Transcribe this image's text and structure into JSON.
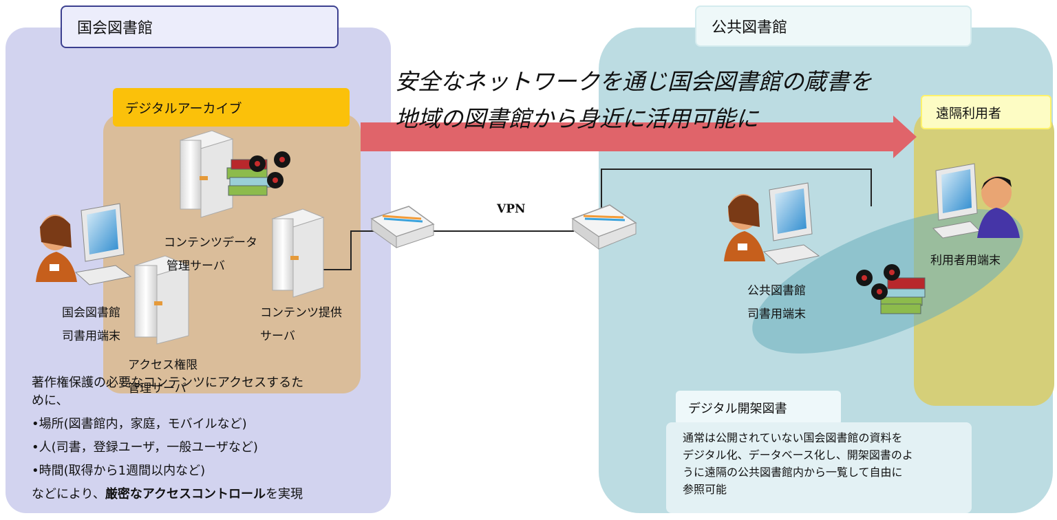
{
  "left_panel": {
    "title": "国会図書館"
  },
  "right_panel": {
    "title": "公共図書館"
  },
  "headline": {
    "line1": "安全なネットワークを通じ国会図書館の蔵書を",
    "line2": "地域の図書館から身近に活用可能に"
  },
  "archive": {
    "label": "デジタルアーカイブ",
    "content_data_server": [
      "コンテンツデータ",
      "管理サーバ"
    ],
    "content_provide_server": [
      "コンテンツ提供",
      "サーバ"
    ],
    "access_server": [
      "アクセス権限",
      "管理サーバ"
    ]
  },
  "ndl_terminal": [
    "国会図書館",
    "司書用端末"
  ],
  "vpn_label": "VPN",
  "public_terminal": [
    "公共図書館",
    "司書用端末"
  ],
  "remote": {
    "label": "遠隔利用者",
    "terminal": "利用者用端末"
  },
  "access_control": {
    "line1": "著作権保護の必要なコンテンツにアクセスするた",
    "line2": "めに、",
    "bullets": [
      "•場所(図書館内，家庭，モバイルなど)",
      "•人(司書，登録ユーザ，一般ユーザなど)",
      "•時間(取得から1週間以内など)"
    ],
    "last_prefix": "などにより、",
    "last_bold": "厳密なアクセスコントロール",
    "last_suffix": "を実現"
  },
  "digital_shelf": {
    "label": "デジタル開架図書",
    "description": [
      "通常は公開されていない国会図書館の資料を",
      "デジタル化、データベース化し、開架図書のよ",
      "うに遠隔の公共図書館内から一覧して自由に",
      "参照可能"
    ]
  },
  "colors": {
    "left_bg": "#d2d3ef",
    "right_bg": "#bcdce2",
    "archive_label": "#fbc10a",
    "arrow": "#e0646a",
    "remote_bg": "#d5cf79"
  },
  "icons": [
    "person-at-computer-icon",
    "server-icon",
    "router-icon",
    "books-and-discs-icon",
    "user-at-computer-icon"
  ]
}
